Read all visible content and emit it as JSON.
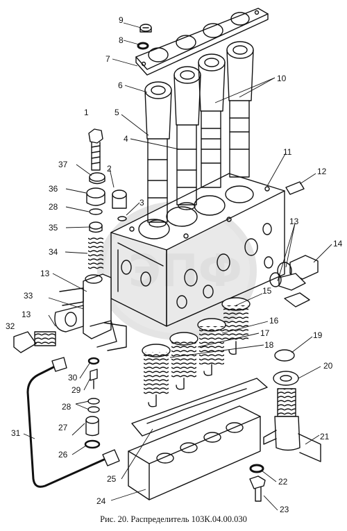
{
  "caption": "Рис. 20. Распределитель 103К.04.00.030",
  "watermark": "ЭПФ",
  "callouts": [
    "1",
    "2",
    "3",
    "4",
    "5",
    "6",
    "7",
    "8",
    "9",
    "10",
    "11",
    "12",
    "13",
    "14",
    "15",
    "16",
    "17",
    "18",
    "19",
    "20",
    "21",
    "22",
    "23",
    "24",
    "25",
    "26",
    "27",
    "28",
    "29",
    "30",
    "31",
    "32",
    "33",
    "34",
    "35",
    "36",
    "37"
  ]
}
